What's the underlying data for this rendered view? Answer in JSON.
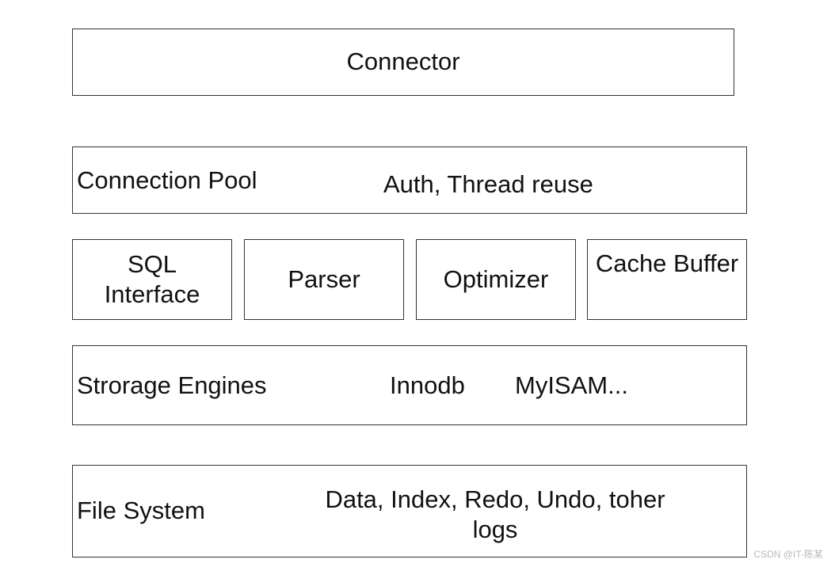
{
  "layers": {
    "connector": {
      "label": "Connector"
    },
    "connection_pool": {
      "label": "Connection Pool",
      "detail": "Auth, Thread reuse"
    },
    "components": [
      {
        "label": "SQL Interface"
      },
      {
        "label": "Parser"
      },
      {
        "label": "Optimizer"
      },
      {
        "label": "Cache Buffer"
      }
    ],
    "storage_engines": {
      "label": "Strorage Engines",
      "detail_1": "Innodb",
      "detail_2": "MyISAM..."
    },
    "file_system": {
      "label": "File System",
      "detail": "Data, Index, Redo, Undo, toher logs"
    }
  },
  "watermark": "CSDN @IT-陈某"
}
